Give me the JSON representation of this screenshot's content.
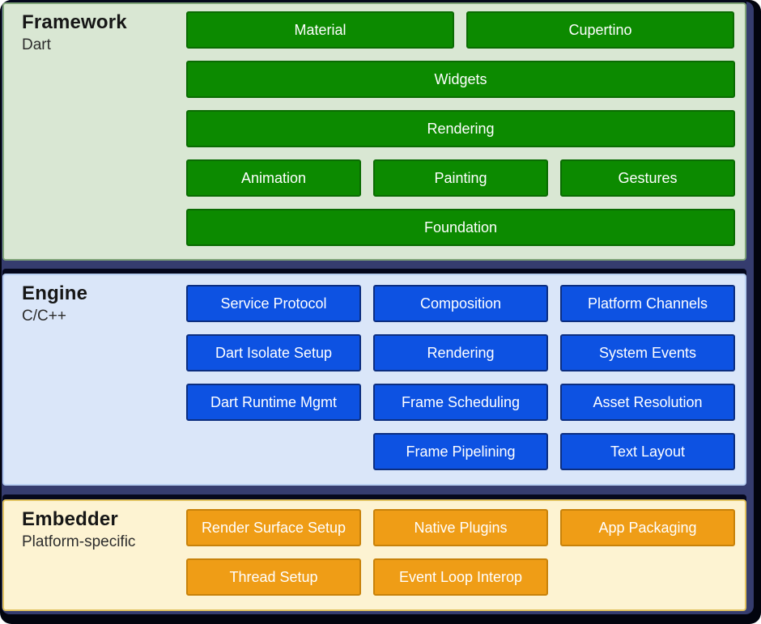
{
  "diagram": {
    "layers": [
      {
        "title": "Framework",
        "subtitle": "Dart",
        "rows": [
          {
            "boxes": [
              {
                "label": "Material"
              },
              {
                "label": "Cupertino"
              }
            ]
          },
          {
            "boxes": [
              {
                "label": "Widgets"
              }
            ]
          },
          {
            "boxes": [
              {
                "label": "Rendering"
              }
            ]
          },
          {
            "boxes": [
              {
                "label": "Animation"
              },
              {
                "label": "Painting"
              },
              {
                "label": "Gestures"
              }
            ]
          },
          {
            "boxes": [
              {
                "label": "Foundation"
              }
            ]
          }
        ]
      },
      {
        "title": "Engine",
        "subtitle": "C/C++",
        "rows": [
          {
            "boxes": [
              {
                "label": "Service Protocol"
              },
              {
                "label": "Composition"
              },
              {
                "label": "Platform Channels"
              }
            ]
          },
          {
            "boxes": [
              {
                "label": "Dart Isolate Setup"
              },
              {
                "label": "Rendering"
              },
              {
                "label": "System Events"
              }
            ]
          },
          {
            "boxes": [
              {
                "label": "Dart Runtime Mgmt"
              },
              {
                "label": "Frame Scheduling"
              },
              {
                "label": "Asset Resolution"
              }
            ]
          },
          {
            "boxes": [
              {
                "label": "Frame Pipelining"
              },
              {
                "label": "Text Layout"
              }
            ]
          }
        ]
      },
      {
        "title": "Embedder",
        "subtitle": "Platform-specific",
        "rows": [
          {
            "boxes": [
              {
                "label": "Render Surface Setup"
              },
              {
                "label": "Native Plugins"
              },
              {
                "label": "App Packaging"
              }
            ]
          },
          {
            "boxes": [
              {
                "label": "Thread Setup"
              },
              {
                "label": "Event Loop Interop"
              }
            ]
          }
        ]
      }
    ],
    "colors": {
      "frame": "#02040e",
      "background": "#353c6e",
      "panel_shadow": "#05081c",
      "framework_panel_bg": "#d9e7d3",
      "framework_panel_border": "#7fa478",
      "framework_box_bg": "#0c8a00",
      "framework_box_border": "#0a6b02",
      "engine_panel_bg": "#dae6f9",
      "engine_panel_border": "#b8cff1",
      "engine_box_bg": "#0d52e2",
      "engine_box_border": "#0c2e80",
      "embedder_panel_bg": "#fdf3d2",
      "embedder_panel_border": "#e2c35f",
      "embedder_box_bg": "#ef9d16",
      "embedder_box_border": "#c8820a",
      "box_text": "#ffffff"
    }
  }
}
